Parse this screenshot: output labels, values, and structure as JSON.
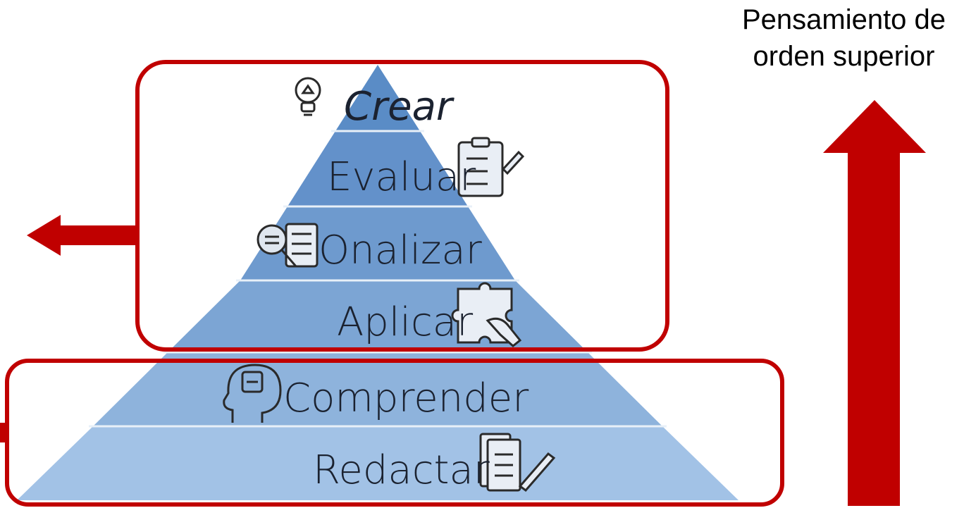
{
  "pyramid": {
    "levels": [
      {
        "label": "Crear",
        "icon": "lightbulb-icon",
        "color": "#5a8cc6"
      },
      {
        "label": "Evaluar",
        "icon": "checklist-clipboard-icon",
        "color": "#6391ca"
      },
      {
        "label": "Onalizar",
        "icon": "magnifier-document-icon",
        "color": "#6e9ace"
      },
      {
        "label": "Aplicar",
        "icon": "puzzle-hand-icon",
        "color": "#7ca5d4"
      },
      {
        "label": "Comprender",
        "icon": "head-idea-icon",
        "color": "#8eb3dc"
      },
      {
        "label": "Redactar",
        "icon": "documents-pen-icon",
        "color": "#a2c2e6"
      }
    ]
  },
  "side_text": {
    "line1": "Pensamiento de",
    "line2": "orden superior"
  },
  "colors": {
    "accent_red": "#c00000",
    "divider": "#e8f0f8"
  }
}
